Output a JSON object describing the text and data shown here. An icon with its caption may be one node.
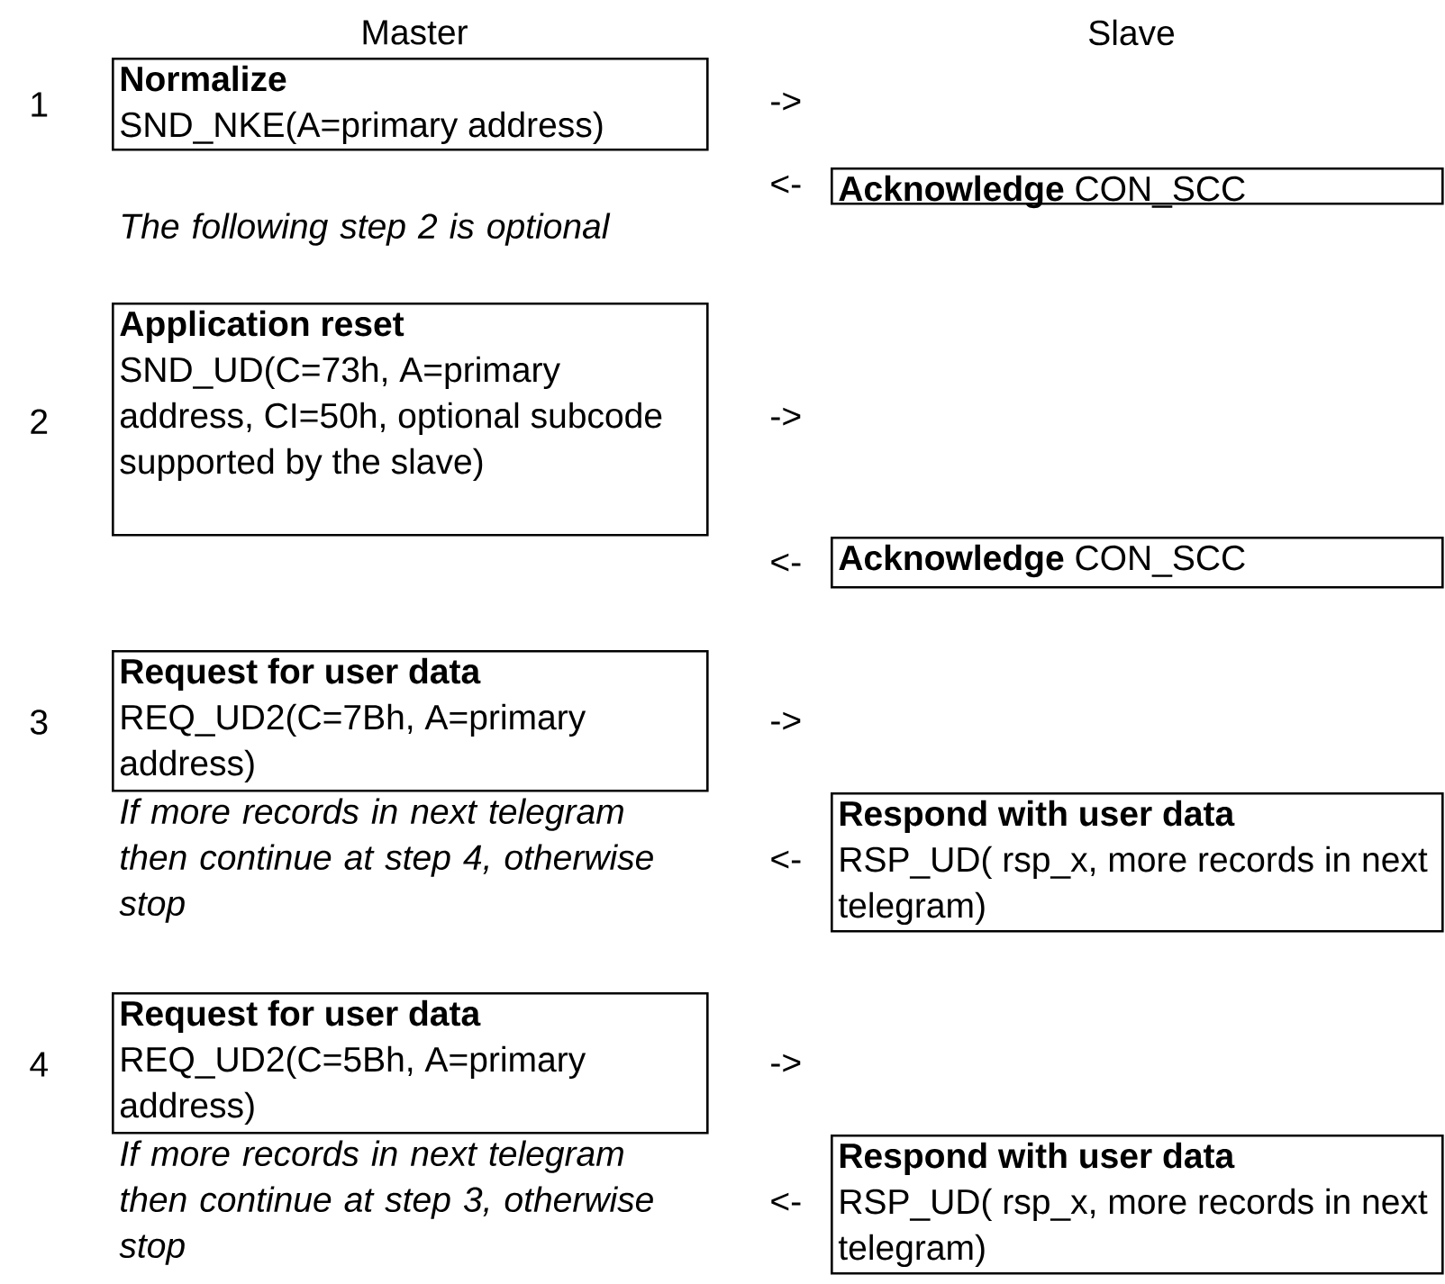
{
  "diagram": {
    "nodes": [
      {
        "text": [
          "Normalize",
          "SND_NKE(A=primary address)"
        ]
      },
      {
        "text": [
          "**Acknowledge** CON_SCC"
        ]
      },
      {
        "text": [
          "Application reset",
          "SND_UD(C=73h, A=primary address, CI=50h, optional subcode supported by the slave)"
        ]
      },
      {
        "text": [
          "**Acknowledge** CON_SCC"
        ]
      },
      {
        "text": [
          "Request for user data",
          "REQ_UD2(C=7Bh, A=primary address)"
        ],
        "beside": [
          "If more records in next telegram then continue at step 4, otherwise stop"
        ]
      },
      {
        "text": [
          "Respond with user data",
          "RSP_UD( rsp_x, more records in next telegram)"
        ]
      },
      {
        "text": [
          "Request for user data",
          "REQ_UD2(C=5Bh, A=primary address)"
        ],
        "beside": [
          "If more records in next telegram then continue at step 3, otherwise stop"
        ]
      },
      {
        "text": [
          "Respond with user data",
          "RSP_UD( rsp_x, more records in next telegram)"
        ]
      }
    ],
    "labels": [
      "Master",
      "Slave",
      "1",
      "->",
      "<-",
      "The following step 2 is optional",
      "2",
      "->",
      "<-",
      "3",
      "->",
      "<-",
      "4",
      "->",
      "<-"
    ]
  }
}
